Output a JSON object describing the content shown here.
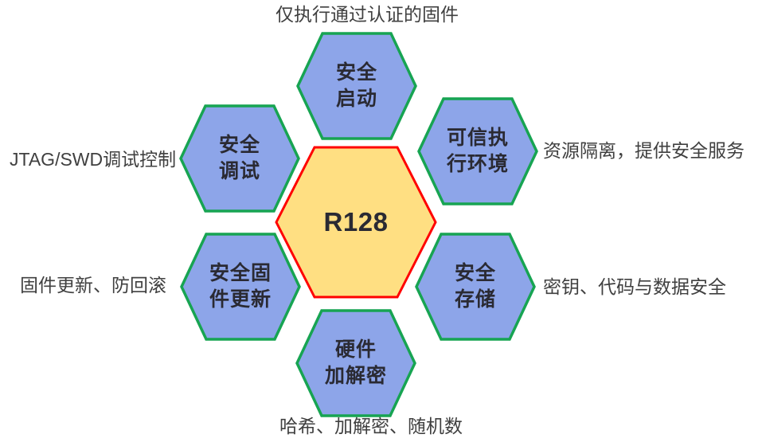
{
  "figure": {
    "title_hidden": "",
    "center": {
      "label": "R128"
    },
    "nodes": {
      "top": {
        "label": "安全\n启动",
        "caption": "仅执行通过认证的固件"
      },
      "top_right": {
        "label": "可信执\n行环境",
        "caption": "资源隔离，提供安全服务"
      },
      "bottom_right": {
        "label": "安全\n存储",
        "caption": "密钥、代码与数据安全"
      },
      "bottom": {
        "label": "硬件\n加解密",
        "caption": "哈希、加解密、随机数"
      },
      "bottom_left": {
        "label": "安全固\n件更新",
        "caption": "固件更新、防回滚"
      },
      "top_left": {
        "label": "安全\n调试",
        "caption": "JTAG/SWD调试控制"
      }
    }
  },
  "colors": {
    "node_fill": "#8DA5E9",
    "node_border": "#17A452",
    "center_fill": "#FFDF82",
    "center_border": "#FF0000",
    "node_text": "#2A2A33",
    "caption_text": "#404040",
    "background": "#FFFFFF"
  }
}
